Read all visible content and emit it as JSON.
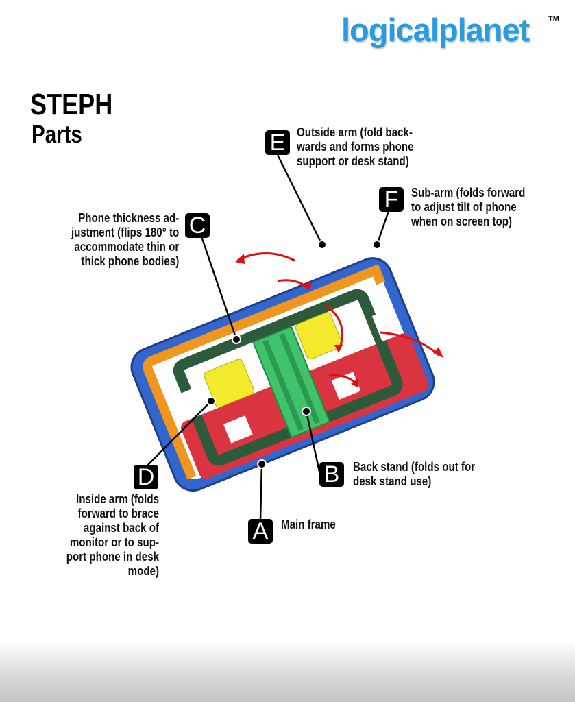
{
  "brand": {
    "logo": "logicalplanet",
    "trademark": "TM"
  },
  "header": {
    "title": "STEPH",
    "subtitle": "Parts"
  },
  "parts": [
    {
      "letter": "A",
      "description": "Main frame"
    },
    {
      "letter": "B",
      "description": "Back stand (folds out for\ndesk stand use)"
    },
    {
      "letter": "C",
      "description": "Phone thickness ad-\njustment (flips 180° to\naccommodate thin or\nthick phone bodies)"
    },
    {
      "letter": "D",
      "description": "Inside arm (folds\nforward to brace\nagainst back of\nmonitor or to sup-\nport phone in desk\nmode)"
    },
    {
      "letter": "E",
      "description": "Outside arm (fold back-\nwards and forms phone\nsupport or desk stand)"
    },
    {
      "letter": "F",
      "description": "Sub-arm (folds forward\nto adjust tilt of phone\nwhen on screen top)"
    }
  ],
  "colors": {
    "main_frame": "#d9343f",
    "back_stand": "#3fc26a",
    "thickness": "#f2ea2a",
    "inside_arm": "#2d5a3a",
    "outside_arm": "#3366cc",
    "sub_arm": "#f0961e",
    "arrow": "#e01010",
    "logo": "#2a9be0"
  }
}
